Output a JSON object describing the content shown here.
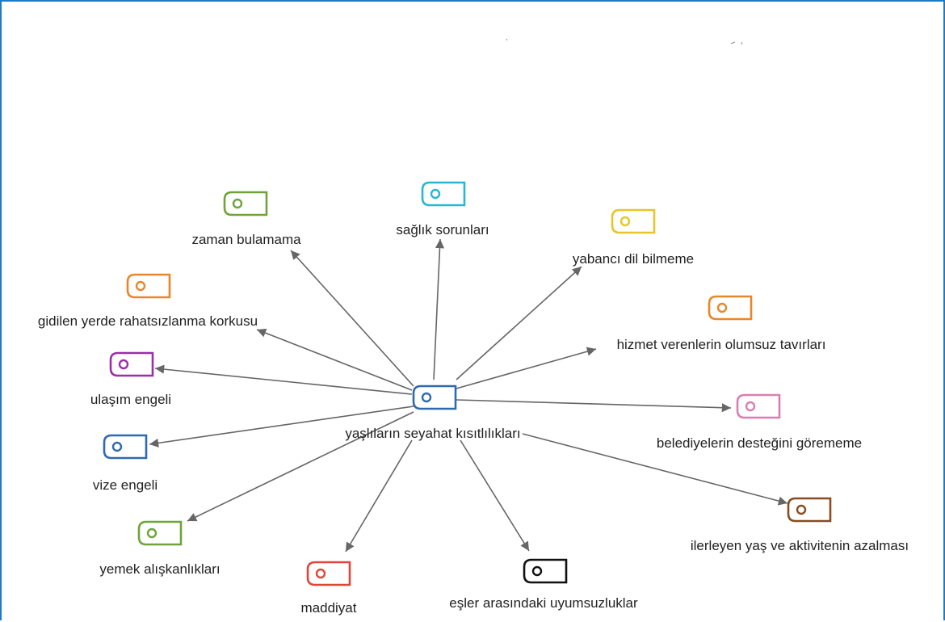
{
  "center": {
    "id": "center",
    "label": "yaşlıların seyahat kısıtlılıkları",
    "color": "#2f6ab0"
  },
  "nodes": [
    {
      "id": "n1",
      "label": "zaman bulamama",
      "color": "#6fa43a"
    },
    {
      "id": "n2",
      "label": "sağlık sorunları",
      "color": "#27b7cf"
    },
    {
      "id": "n3",
      "label": "yabancı dil bilmeme",
      "color": "#e6c62a"
    },
    {
      "id": "n4",
      "label": "gidilen yerde rahatsızlanma korkusu",
      "color": "#e8872a"
    },
    {
      "id": "n5",
      "label": "hizmet verenlerin olumsuz tavırları",
      "color": "#e8872a"
    },
    {
      "id": "n6",
      "label": "ulaşım engeli",
      "color": "#9b2fa8"
    },
    {
      "id": "n7",
      "label": "belediyelerin desteğini görememe",
      "color": "#d97fb0"
    },
    {
      "id": "n8",
      "label": "vize engeli",
      "color": "#2f6ab0"
    },
    {
      "id": "n9",
      "label": "ilerleyen yaş ve aktivitenin azalması",
      "color": "#8a4b1f"
    },
    {
      "id": "n10",
      "label": "yemek alışkanlıkları",
      "color": "#6fa43a"
    },
    {
      "id": "n11",
      "label": "maddiyat",
      "color": "#e0453a"
    },
    {
      "id": "n12",
      "label": "eşler arasındaki uyumsuzluklar",
      "color": "#111111"
    }
  ],
  "edge_color": "#666666"
}
